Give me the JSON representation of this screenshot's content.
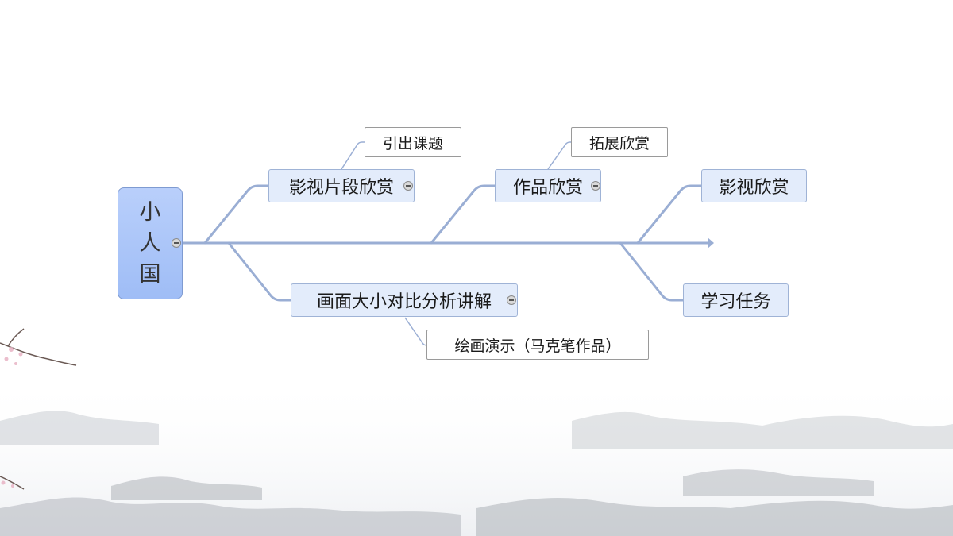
{
  "diagram": {
    "root": {
      "label": [
        "小",
        "人",
        "国"
      ]
    },
    "main_branches": {
      "film_clips": "影视片段欣赏",
      "works": "作品欣赏",
      "film": "影视欣赏",
      "analysis": "画面大小对比分析讲解",
      "task": "学习任务"
    },
    "sub_branches": {
      "intro": "引出课题",
      "extended": "拓展欣赏",
      "demo": "绘画演示（马克笔作品）"
    }
  },
  "colors": {
    "connector": "#9aaed4",
    "root_fill": "#a9c4f8",
    "branch_fill": "#e3ecfb"
  }
}
